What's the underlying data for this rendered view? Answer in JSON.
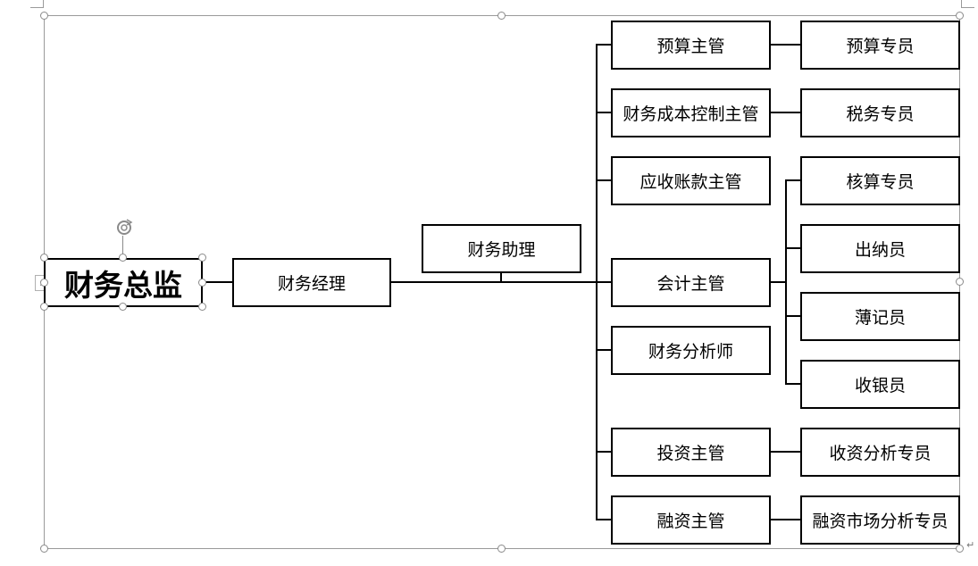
{
  "diagram": {
    "root": {
      "label": "财务总监"
    },
    "manager": {
      "label": "财务经理"
    },
    "assistant": {
      "label": "财务助理"
    },
    "supervisors": [
      {
        "label": "预算主管"
      },
      {
        "label": "财务成本控制主管"
      },
      {
        "label": "应收账款主管"
      },
      {
        "label": "会计主管"
      },
      {
        "label": "财务分析师"
      },
      {
        "label": "投资主管"
      },
      {
        "label": "融资主管"
      }
    ],
    "specialists": [
      {
        "label": "预算专员"
      },
      {
        "label": "税务专员"
      },
      {
        "label": "核算专员"
      },
      {
        "label": "出纳员"
      },
      {
        "label": "薄记员"
      },
      {
        "label": "收银员"
      },
      {
        "label": "收资分析专员"
      },
      {
        "label": "融资市场分析专员"
      }
    ]
  },
  "icons": {
    "rotate": "rotate-handle-icon",
    "expand": "chevron-right-icon",
    "paragraph": "return-mark-icon"
  },
  "colors": {
    "stroke": "#000000",
    "selection": "#9a9a9a"
  }
}
